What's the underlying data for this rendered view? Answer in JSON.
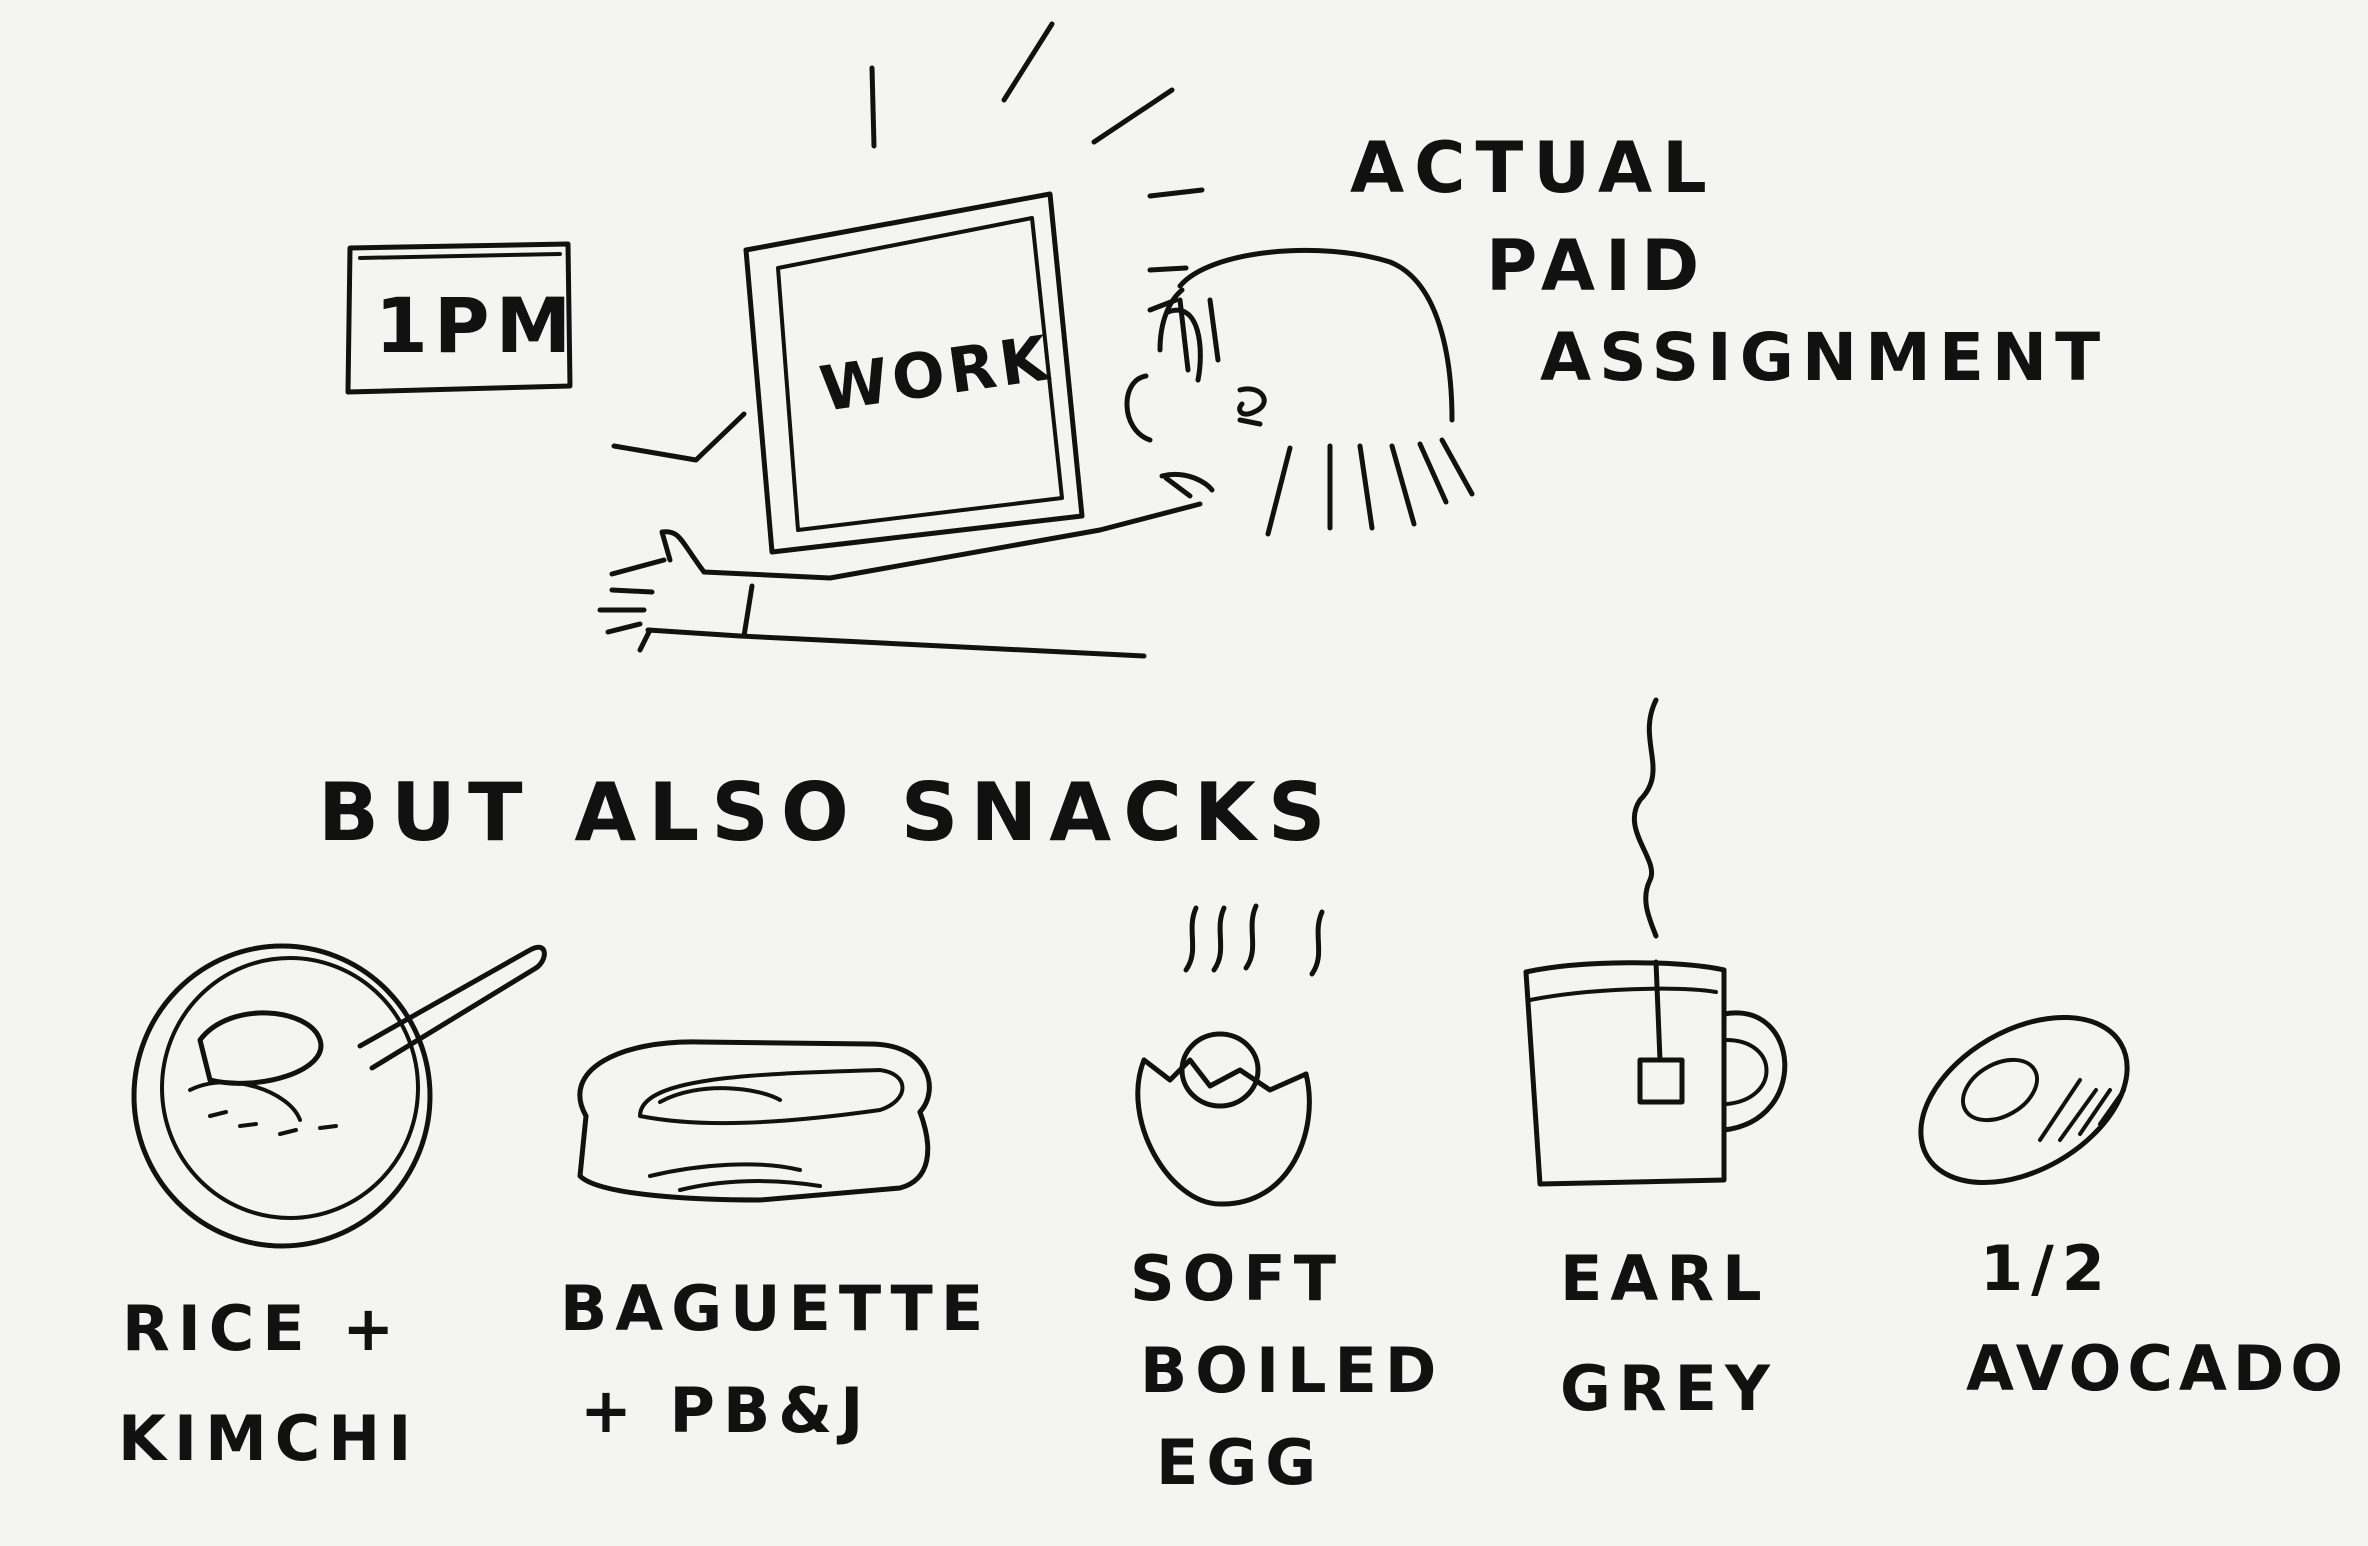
{
  "time_badge": "1PM",
  "laptop_screen_text": "WORK",
  "assignment_note": [
    "ACTUAL",
    "PAID",
    "ASSIGNMENT"
  ],
  "snacks_heading": "BUT ALSO SNACKS",
  "snacks": [
    {
      "icon": "rice-bowl-icon",
      "label_lines": [
        "RICE +",
        "KIMCHI"
      ]
    },
    {
      "icon": "baguette-icon",
      "label_lines": [
        "BAGUETTE",
        "+ PB&J"
      ]
    },
    {
      "icon": "egg-icon",
      "label_lines": [
        "SOFT",
        "BOILED",
        "EGG"
      ]
    },
    {
      "icon": "tea-mug-icon",
      "label_lines": [
        "EARL",
        "GREY"
      ]
    },
    {
      "icon": "avocado-icon",
      "label_lines": [
        "1/2",
        "AVOCADO"
      ]
    }
  ]
}
